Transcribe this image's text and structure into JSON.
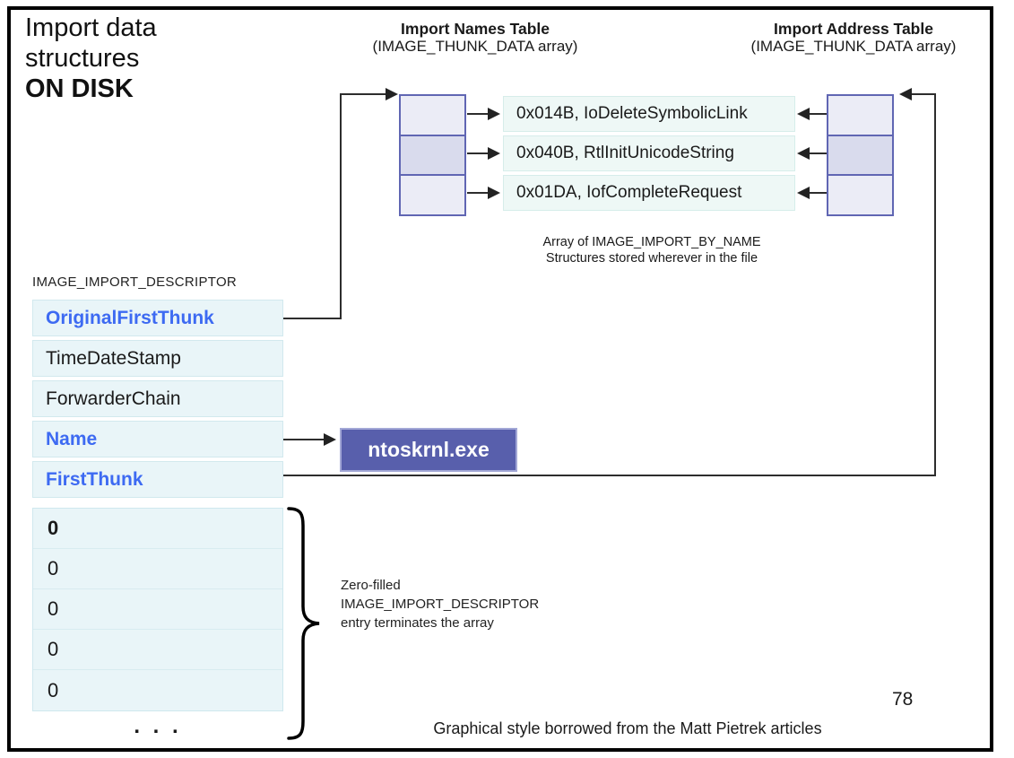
{
  "slide": {
    "title_line1": "Import data",
    "title_line2": "structures",
    "title_line3": "ON DISK",
    "page_number": "78",
    "footer": "Graphical style borrowed from the Matt Pietrek articles"
  },
  "import_names_table": {
    "title": "Import Names Table",
    "subtitle": "(IMAGE_THUNK_DATA array)"
  },
  "import_address_table": {
    "title": "Import Address Table",
    "subtitle": "(IMAGE_THUNK_DATA array)"
  },
  "import_by_name": {
    "entries": [
      "0x014B, IoDeleteSymbolicLink",
      "0x040B, RtlInitUnicodeString",
      "0x01DA, IofCompleteRequest"
    ],
    "caption": "Array of IMAGE_IMPORT_BY_NAME\nStructures stored wherever in the file"
  },
  "descriptor": {
    "label": "IMAGE_IMPORT_DESCRIPTOR",
    "fields": [
      {
        "label": "OriginalFirstThunk",
        "highlight": true
      },
      {
        "label": "TimeDateStamp",
        "highlight": false
      },
      {
        "label": "ForwarderChain",
        "highlight": false
      },
      {
        "label": "Name",
        "highlight": true
      },
      {
        "label": "FirstThunk",
        "highlight": true
      }
    ],
    "dll_name": "ntoskrnl.exe"
  },
  "terminator": {
    "zeros": [
      "0",
      "0",
      "0",
      "0",
      "0"
    ],
    "ellipsis": ". . .",
    "note": "Zero-filled\nIMAGE_IMPORT_DESCRIPTOR\nentry terminates the array"
  },
  "colors": {
    "field_blue": "#3d6af2",
    "dll_box_fill": "#585fac",
    "thunk_border": "#6066b3",
    "thunk_fill_light": "#ebecf6",
    "thunk_fill_mid": "#d9dbed",
    "row_fill": "#e9f5f8",
    "entry_fill": "#eef8f6"
  }
}
